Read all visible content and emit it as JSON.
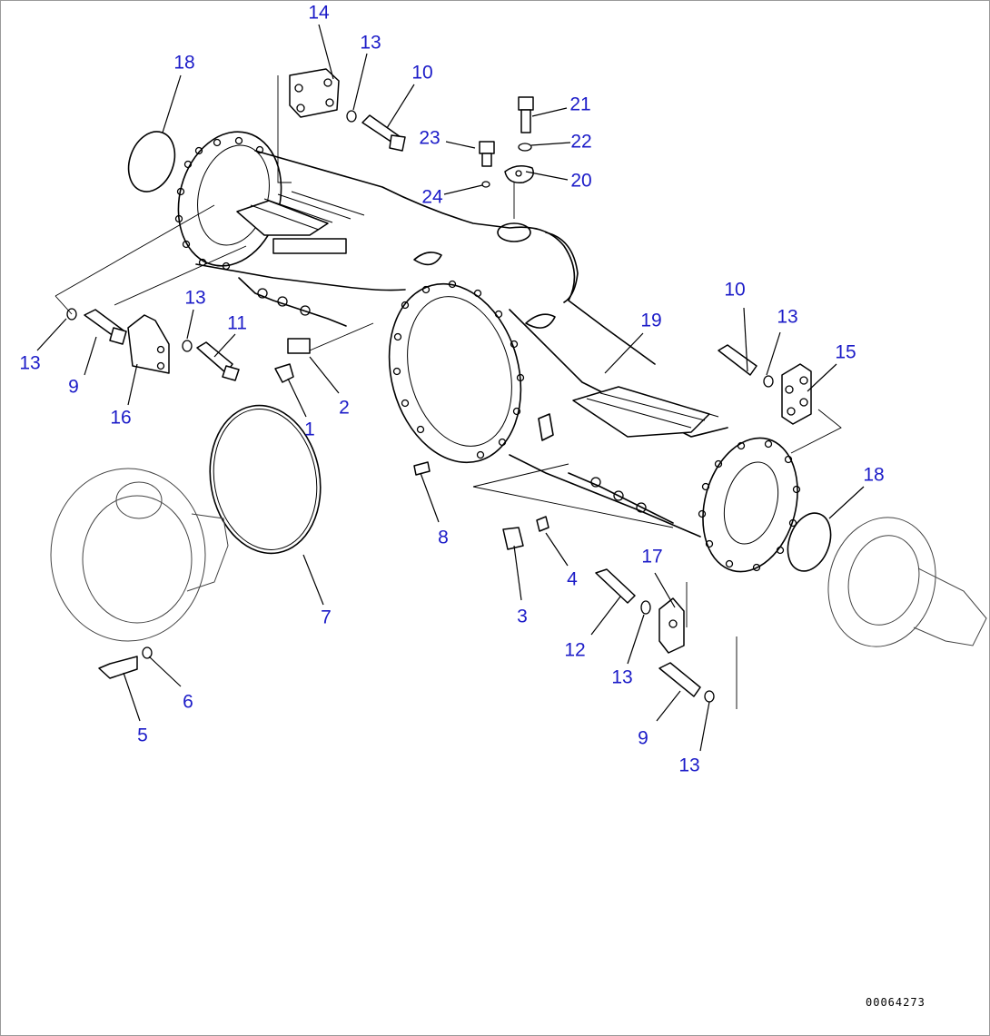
{
  "callouts": {
    "c14": "14",
    "c13a": "13",
    "c10a": "10",
    "c18a": "18",
    "c21": "21",
    "c23": "23",
    "c22": "22",
    "c20": "20",
    "c24": "24",
    "c13b": "13",
    "c9a": "9",
    "c16": "16",
    "c13c": "13",
    "c11": "11",
    "c2": "2",
    "c1": "1",
    "c10b": "10",
    "c13d": "13",
    "c19": "19",
    "c15": "15",
    "c18b": "18",
    "c8": "8",
    "c7": "7",
    "c17": "17",
    "c4": "4",
    "c3": "3",
    "c12": "12",
    "c13e": "13",
    "c6": "6",
    "c5": "5",
    "c9b": "9",
    "c13f": "13"
  },
  "drawing_number": "00064273",
  "colors": {
    "callout": "#1c1cc8",
    "line": "#000000",
    "background": "#ffffff"
  }
}
